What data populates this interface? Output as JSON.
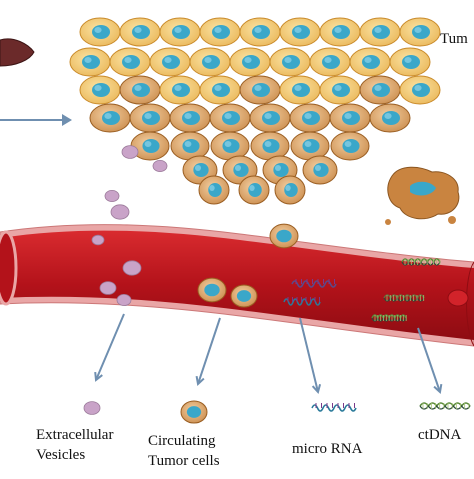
{
  "labels": {
    "tumor": "Tum",
    "extracellular_vesicles": [
      "Extracellular",
      "Vesicles"
    ],
    "circulating_tumor_cells": [
      "Circulating",
      "Tumor cells"
    ],
    "micro_rna": "micro RNA",
    "ctdna": "ctDNA"
  },
  "colors": {
    "cell_fill": "#f2c46b",
    "cell_edge": "#c98a2a",
    "nucleus": "#3aa7c9",
    "tumor_cell": "#d9a066",
    "tumor_cell_edge": "#9a5e22",
    "vessel_wall": "#c0161d",
    "vessel_inner": "#a00e12",
    "vessel_edge": "#e88b8b",
    "vesicle": "#c9a3c8",
    "arrow": "#6f8fb0",
    "organ": "#6b2a2a"
  },
  "icons": [
    "organ-icon",
    "tumor-tissue-icon",
    "blood-vessel-icon",
    "vesicle-icon",
    "circulating-tumor-cell-icon",
    "rna-strand-icon",
    "dna-helix-icon",
    "dead-cell-icon"
  ]
}
